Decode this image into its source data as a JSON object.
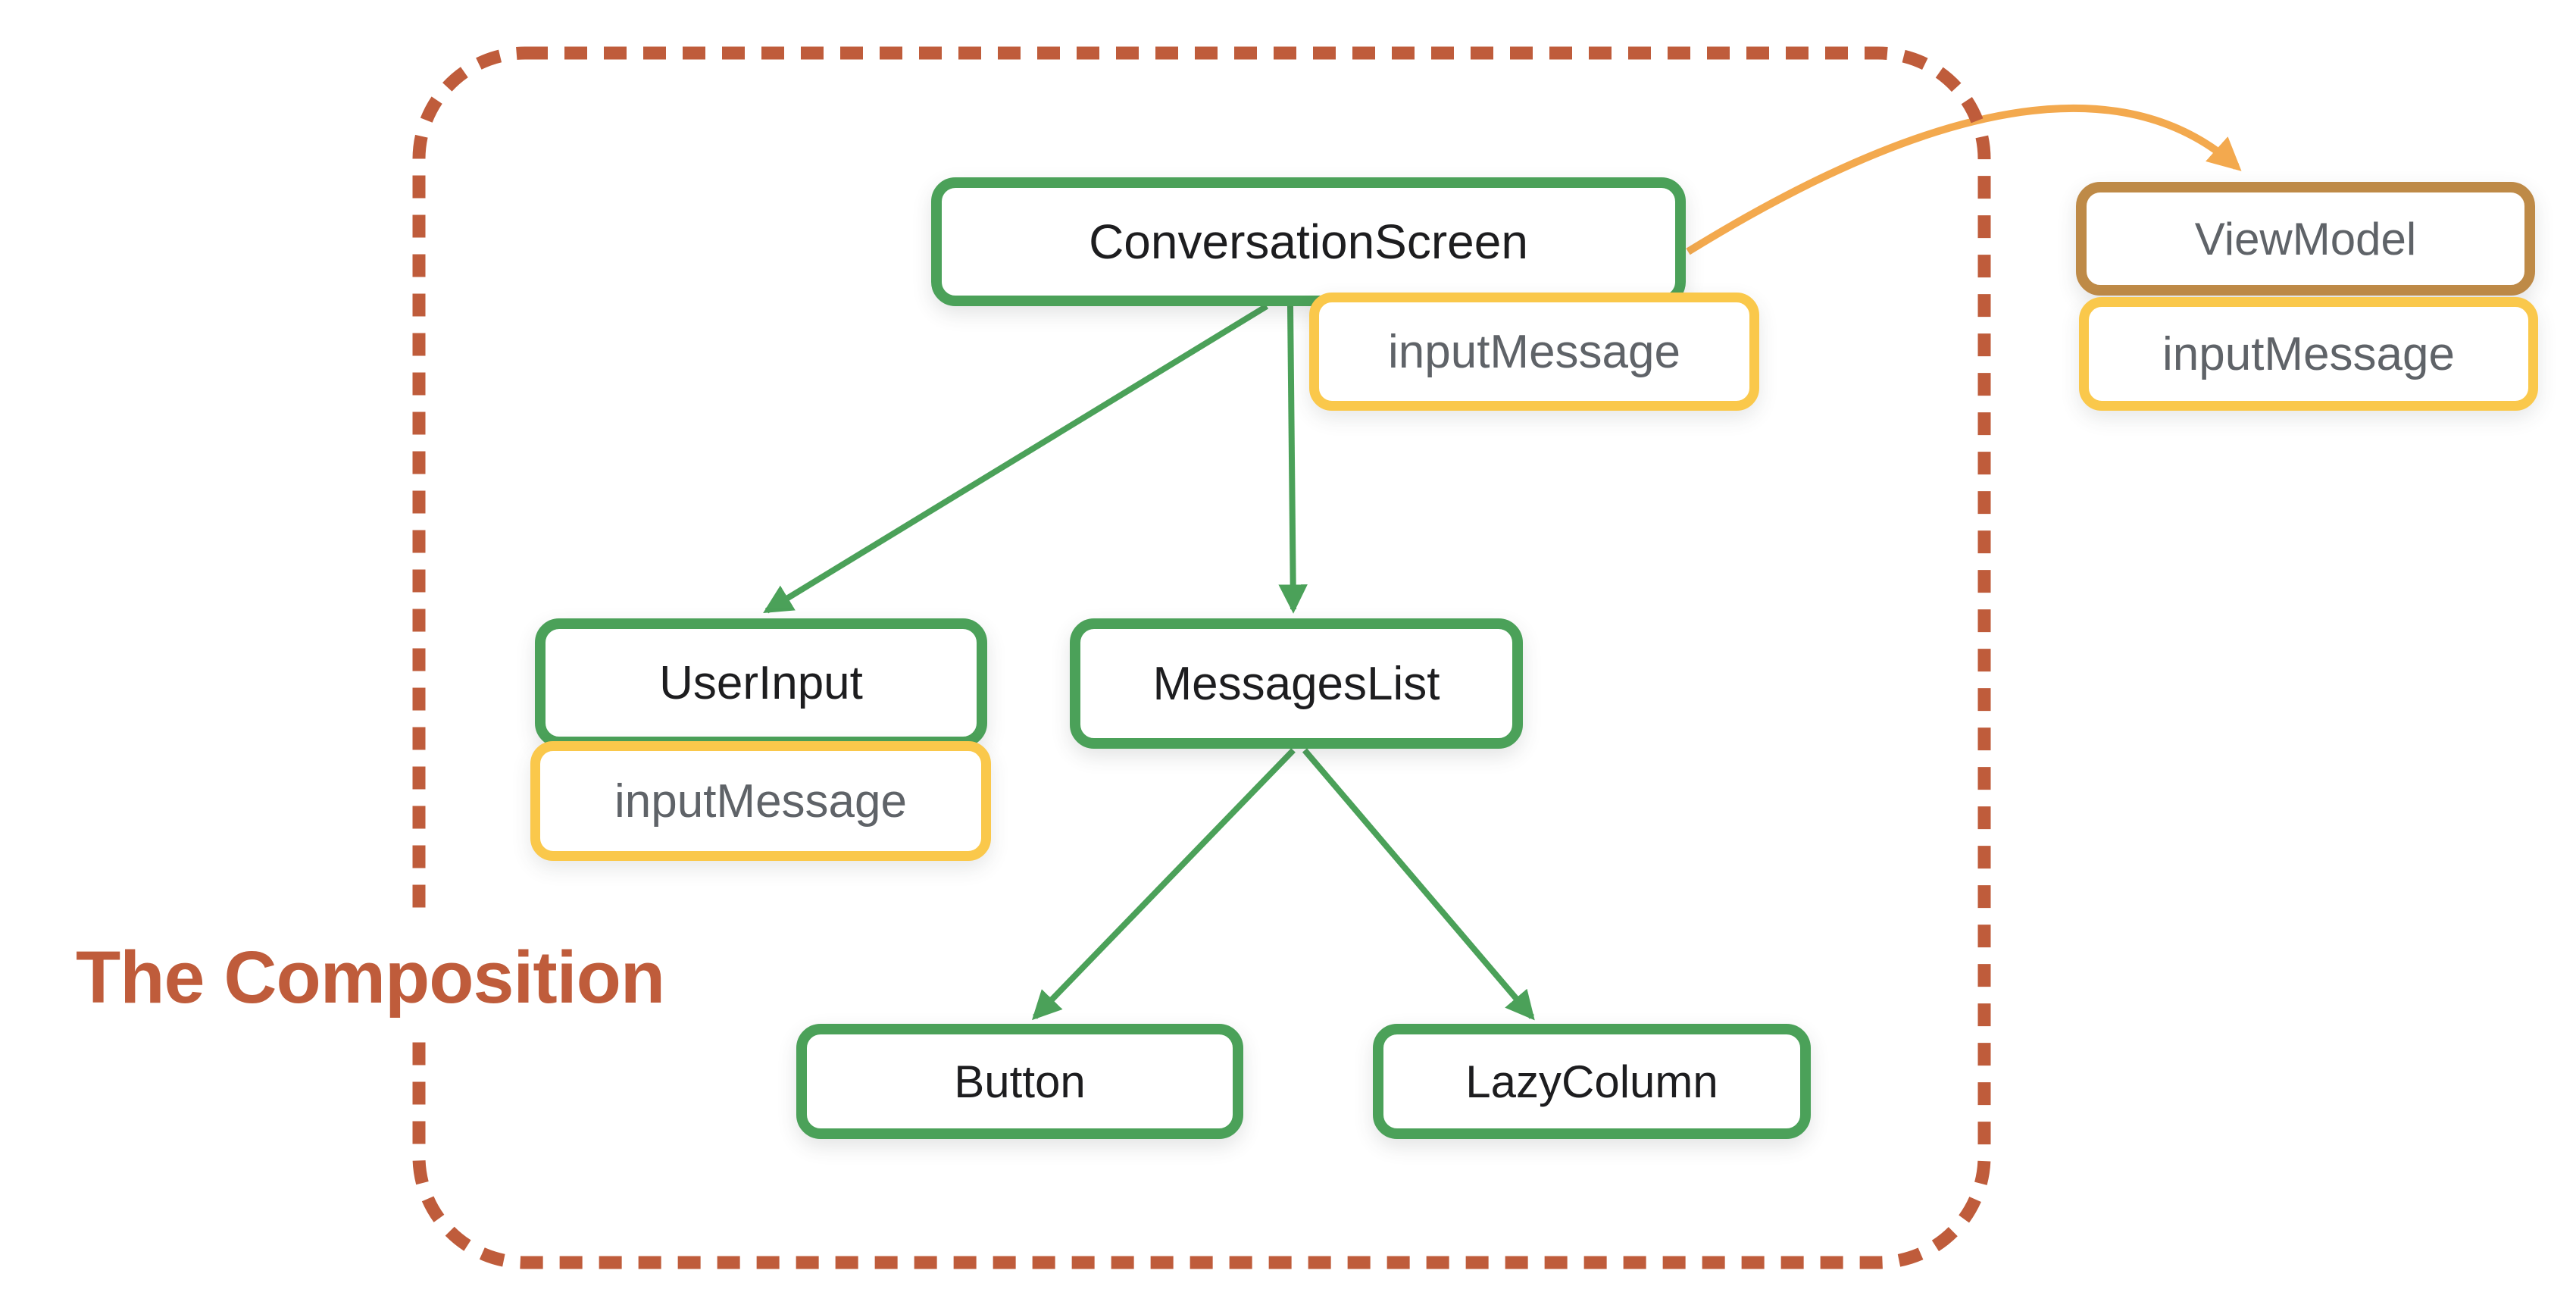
{
  "region": {
    "label": "The Composition",
    "style": "dashed-rounded-rectangle"
  },
  "nodes": {
    "conversation_screen": {
      "label": "ConversationScreen"
    },
    "user_input": {
      "label": "UserInput"
    },
    "messages_list": {
      "label": "MessagesList"
    },
    "button": {
      "label": "Button"
    },
    "lazy_column": {
      "label": "LazyColumn"
    },
    "view_model": {
      "label": "ViewModel"
    }
  },
  "state_badges": {
    "conversation_screen": {
      "label": "inputMessage"
    },
    "user_input": {
      "label": "inputMessage"
    },
    "view_model": {
      "label": "inputMessage"
    }
  },
  "edges": [
    {
      "from": "ConversationScreen",
      "to": "UserInput",
      "style": "straight-green-arrow"
    },
    {
      "from": "ConversationScreen",
      "to": "MessagesList",
      "style": "straight-green-arrow"
    },
    {
      "from": "MessagesList",
      "to": "Button",
      "style": "straight-green-arrow"
    },
    {
      "from": "MessagesList",
      "to": "LazyColumn",
      "style": "straight-green-arrow"
    },
    {
      "from": "ConversationScreen",
      "to": "ViewModel",
      "style": "curved-orange-arrow"
    }
  ],
  "colors": {
    "composable_border_green": "#4BA159",
    "state_border_yellow": "#FAC84B",
    "viewmodel_border_tan": "#BE8A47",
    "edge_green": "#4BA159",
    "edge_orange": "#F3A94E",
    "terracotta": "#BF5C3B",
    "node_text": "#1d1d1f",
    "muted_text": "#5f6368",
    "background": "#ffffff"
  }
}
